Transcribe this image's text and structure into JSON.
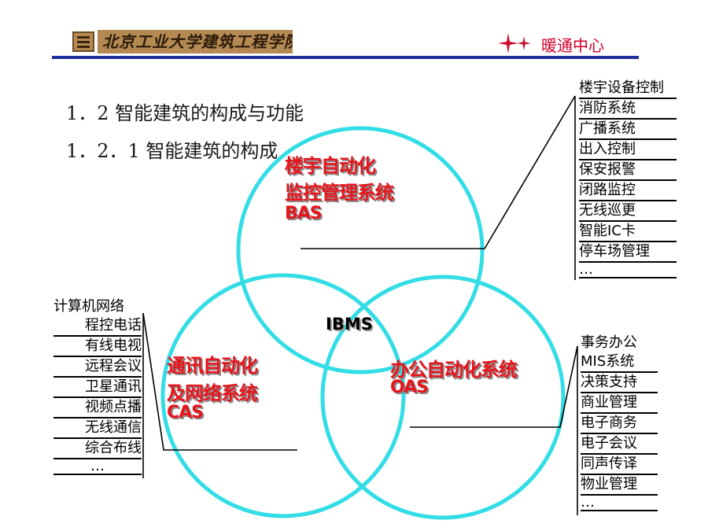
{
  "header": {
    "school_name": "北京工业大学建筑工程学院",
    "center_name": "暖通中心",
    "accent_color": "#1f2f9e",
    "brand_color": "#d0002a"
  },
  "headings": {
    "section": "1．2 智能建筑的构成与功能",
    "subsection": "1．2．1 智能建筑的构成"
  },
  "diagram": {
    "circle_color": "#33dde6",
    "center_label": "IBMS",
    "bas": {
      "line1": "楼宇自动化",
      "line2": "监控管理系统",
      "line3": "BAS"
    },
    "cas": {
      "line1": "通讯自动化",
      "line2": "及网络系统",
      "line3": "CAS"
    },
    "oas": {
      "line1": "办公自动化系统",
      "line2": "OAS"
    },
    "bas_list": [
      "楼宇设备控制",
      "消防系统",
      "广播系统",
      "出入控制",
      "保安报警",
      "闭路监控",
      "无线巡更",
      "智能IC卡",
      "停车场管理",
      "…"
    ],
    "cas_list": [
      "计算机网络",
      "程控电话",
      "有线电视",
      "远程会议",
      "卫星通讯",
      "视频点播",
      "无线通信",
      "综合布线",
      "…"
    ],
    "oas_list": [
      "事务办公",
      "MIS系统",
      "决策支持",
      "商业管理",
      "电子商务",
      "电子会议",
      "同声传译",
      "物业管理",
      "…"
    ]
  }
}
